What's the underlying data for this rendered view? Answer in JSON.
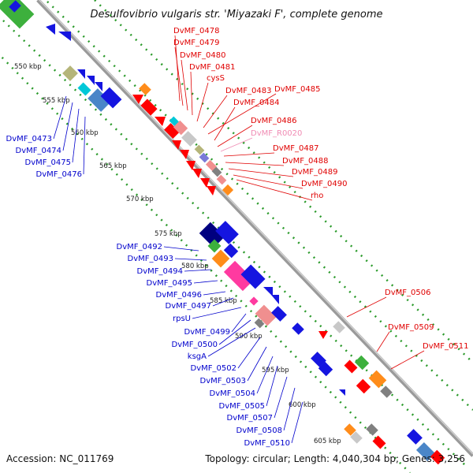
{
  "title": "Desulfovibrio vulgaris str. 'Miyazaki F', complete genome",
  "footer": {
    "accession": "Accession: NC_011769",
    "summary": "Topology: circular; Length: 4,040,304 bp; Genes: 3,256"
  },
  "ticks": [
    "550 kbp",
    "555 kbp",
    "560 kbp",
    "565 kbp",
    "570 kbp",
    "575 kbp",
    "580 kbp",
    "585 kbp",
    "590 kbp",
    "595 kbp",
    "600 kbp",
    "605 kbp"
  ],
  "right_labels": [
    {
      "text": "DvMF_0478",
      "color": "#e00000"
    },
    {
      "text": "DvMF_0479",
      "color": "#e00000"
    },
    {
      "text": "DvMF_0480",
      "color": "#e00000"
    },
    {
      "text": "DvMF_0481",
      "color": "#e00000"
    },
    {
      "text": "cysS",
      "color": "#e00000"
    },
    {
      "text": "DvMF_0483",
      "color": "#e00000"
    },
    {
      "text": "DvMF_0485",
      "color": "#e00000"
    },
    {
      "text": "DvMF_0484",
      "color": "#e00000"
    },
    {
      "text": "DvMF_0486",
      "color": "#e00000"
    },
    {
      "text": "DvMF_R0020",
      "color": "#f08cb4"
    },
    {
      "text": "DvMF_0487",
      "color": "#e00000"
    },
    {
      "text": "DvMF_0488",
      "color": "#e00000"
    },
    {
      "text": "DvMF_0489",
      "color": "#e00000"
    },
    {
      "text": "DvMF_0490",
      "color": "#e00000"
    },
    {
      "text": "rho",
      "color": "#e00000"
    },
    {
      "text": "DvMF_0506",
      "color": "#e00000"
    },
    {
      "text": "DvMF_0509",
      "color": "#e00000"
    },
    {
      "text": "DvMF_0511",
      "color": "#e00000"
    }
  ],
  "left_labels": [
    {
      "text": "DvMF_0473",
      "color": "#0000cc"
    },
    {
      "text": "DvMF_0474",
      "color": "#0000cc"
    },
    {
      "text": "DvMF_0475",
      "color": "#0000cc"
    },
    {
      "text": "DvMF_0476",
      "color": "#0000cc"
    },
    {
      "text": "DvMF_0492",
      "color": "#0000cc"
    },
    {
      "text": "DvMF_0493",
      "color": "#0000cc"
    },
    {
      "text": "DvMF_0494",
      "color": "#0000cc"
    },
    {
      "text": "DvMF_0495",
      "color": "#0000cc"
    },
    {
      "text": "DvMF_0496",
      "color": "#0000cc"
    },
    {
      "text": "DvMF_0497",
      "color": "#0000cc"
    },
    {
      "text": "rpsU",
      "color": "#0000cc"
    },
    {
      "text": "DvMF_0499",
      "color": "#0000cc"
    },
    {
      "text": "DvMF_0500",
      "color": "#0000cc"
    },
    {
      "text": "ksgA",
      "color": "#0000cc"
    },
    {
      "text": "DvMF_0502",
      "color": "#0000cc"
    },
    {
      "text": "DvMF_0503",
      "color": "#0000cc"
    },
    {
      "text": "DvMF_0504",
      "color": "#0000cc"
    },
    {
      "text": "DvMF_0505",
      "color": "#0000cc"
    },
    {
      "text": "DvMF_0507",
      "color": "#0000cc"
    },
    {
      "text": "DvMF_0508",
      "color": "#0000cc"
    },
    {
      "text": "DvMF_0510",
      "color": "#0000cc"
    }
  ]
}
